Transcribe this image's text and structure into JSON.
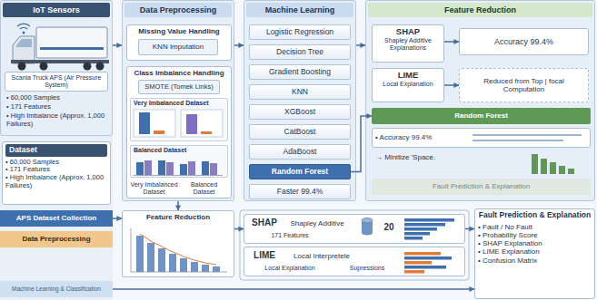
{
  "diagram": {
    "nodes": [
      {
        "text": [
          "IoT Sensors",
          "• 60,000 Samples",
          "• 171 Features",
          "• High Imbalance (Approx. 1,000 Failures)"
        ]
      },
      {
        "text": [
          "Scania Truck APS (Air Pressure System)"
        ],
        "in": 0
      },
      {
        "text": [
          "Dataset",
          "• 60,000 Samples",
          "• 171 Features",
          "• High Imbalance (Approx. 1,000 Failures)"
        ]
      },
      {
        "text": [
          "APS Dataset Collection"
        ]
      },
      {
        "text": [
          "Data Preprocessing"
        ]
      },
      {
        "text": [
          "Machine Learning & Classification"
        ]
      },
      {
        "text": [
          "Data Preprocessing"
        ]
      },
      {
        "text": [
          "Missing Value Handling"
        ],
        "in": 6
      },
      {
        "text": [
          "KNN Imputation"
        ],
        "in": 7
      },
      {
        "text": [
          "Class Imbalance Handling",
          "Very Imbalanced Dataset",
          "Balanced Dataset"
        ],
        "in": 6
      },
      {
        "text": [
          "SMOTE (Tomek Links)"
        ],
        "in": 9
      },
      {
        "text": [
          "Very Imbalanced Dataset"
        ],
        "in": 9
      },
      {
        "text": [
          "Balanced Dataset"
        ],
        "in": 9
      },
      {
        "text": [
          "Feature Reduction"
        ]
      },
      {
        "text": [
          "Machine Learning"
        ]
      },
      {
        "text": [
          "Logistic Regression"
        ],
        "in": 14
      },
      {
        "text": [
          "Decision Tree"
        ],
        "in": 14
      },
      {
        "text": [
          "Gradient Boosting"
        ],
        "in": 14
      },
      {
        "text": [
          "KNN"
        ],
        "in": 14
      },
      {
        "text": [
          "XGBoost"
        ],
        "in": 14
      },
      {
        "text": [
          "CatBoost"
        ],
        "in": 14
      },
      {
        "text": [
          "AdaBoost"
        ],
        "in": 14
      },
      {
        "text": [
          "Random Forest"
        ],
        "in": 14
      },
      {
        "text": [
          "Faster 99.4%"
        ],
        "in": 14
      },
      {
        "text": [
          "SHAP",
          "Shapley Additive",
          "171 Features",
          "20"
        ]
      },
      {
        "text": [
          "LIME",
          "Local Interpretele",
          "Local Explanation",
          "Supressions"
        ]
      },
      {
        "text": [
          "Feature Reduction",
          "→ Minitize 'Space."
        ]
      },
      {
        "text": [
          "SHAP",
          "Shapley Additive Explanations"
        ],
        "in": 26
      },
      {
        "text": [
          "Accuracy 99.4%"
        ],
        "in": 26
      },
      {
        "text": [
          "LIME",
          "Local Explanation"
        ],
        "in": 26
      },
      {
        "text": [
          "Reduced from Top | focal Computation"
        ],
        "in": 26
      },
      {
        "text": [
          "Random Forest"
        ],
        "in": 26
      },
      {
        "text": [
          "• Accuracy 99.4%"
        ],
        "in": 26
      },
      {
        "text": [
          "Fault Prediction & Explanation"
        ],
        "in": 26
      },
      {
        "text": [
          "Fault Prediction & Explanation",
          "• Fault / No Fault",
          "• Probability Score",
          "• SHAP Explanation",
          "• LIME Explanation",
          "• Confusion Matrix"
        ]
      }
    ],
    "edges": [
      {
        "from": 0,
        "to": 6,
        "arrow": "to"
      },
      {
        "from": 6,
        "to": 14,
        "arrow": "to"
      },
      {
        "from": 14,
        "to": 26,
        "arrow": "to"
      },
      {
        "from": 22,
        "to": 31,
        "arrow": "to"
      },
      {
        "from": 27,
        "to": 28,
        "arrow": "to"
      },
      {
        "from": 29,
        "to": 30,
        "arrow": "to"
      },
      {
        "from": 3,
        "to": 13,
        "arrow": "to"
      },
      {
        "from": 6,
        "to": 13,
        "arrow": "to"
      },
      {
        "from": 13,
        "to": 24,
        "arrow": "to"
      },
      {
        "from": 24,
        "to": 34,
        "arrow": "to"
      },
      {
        "from": 5,
        "to": 34,
        "arrow": "to"
      }
    ]
  }
}
